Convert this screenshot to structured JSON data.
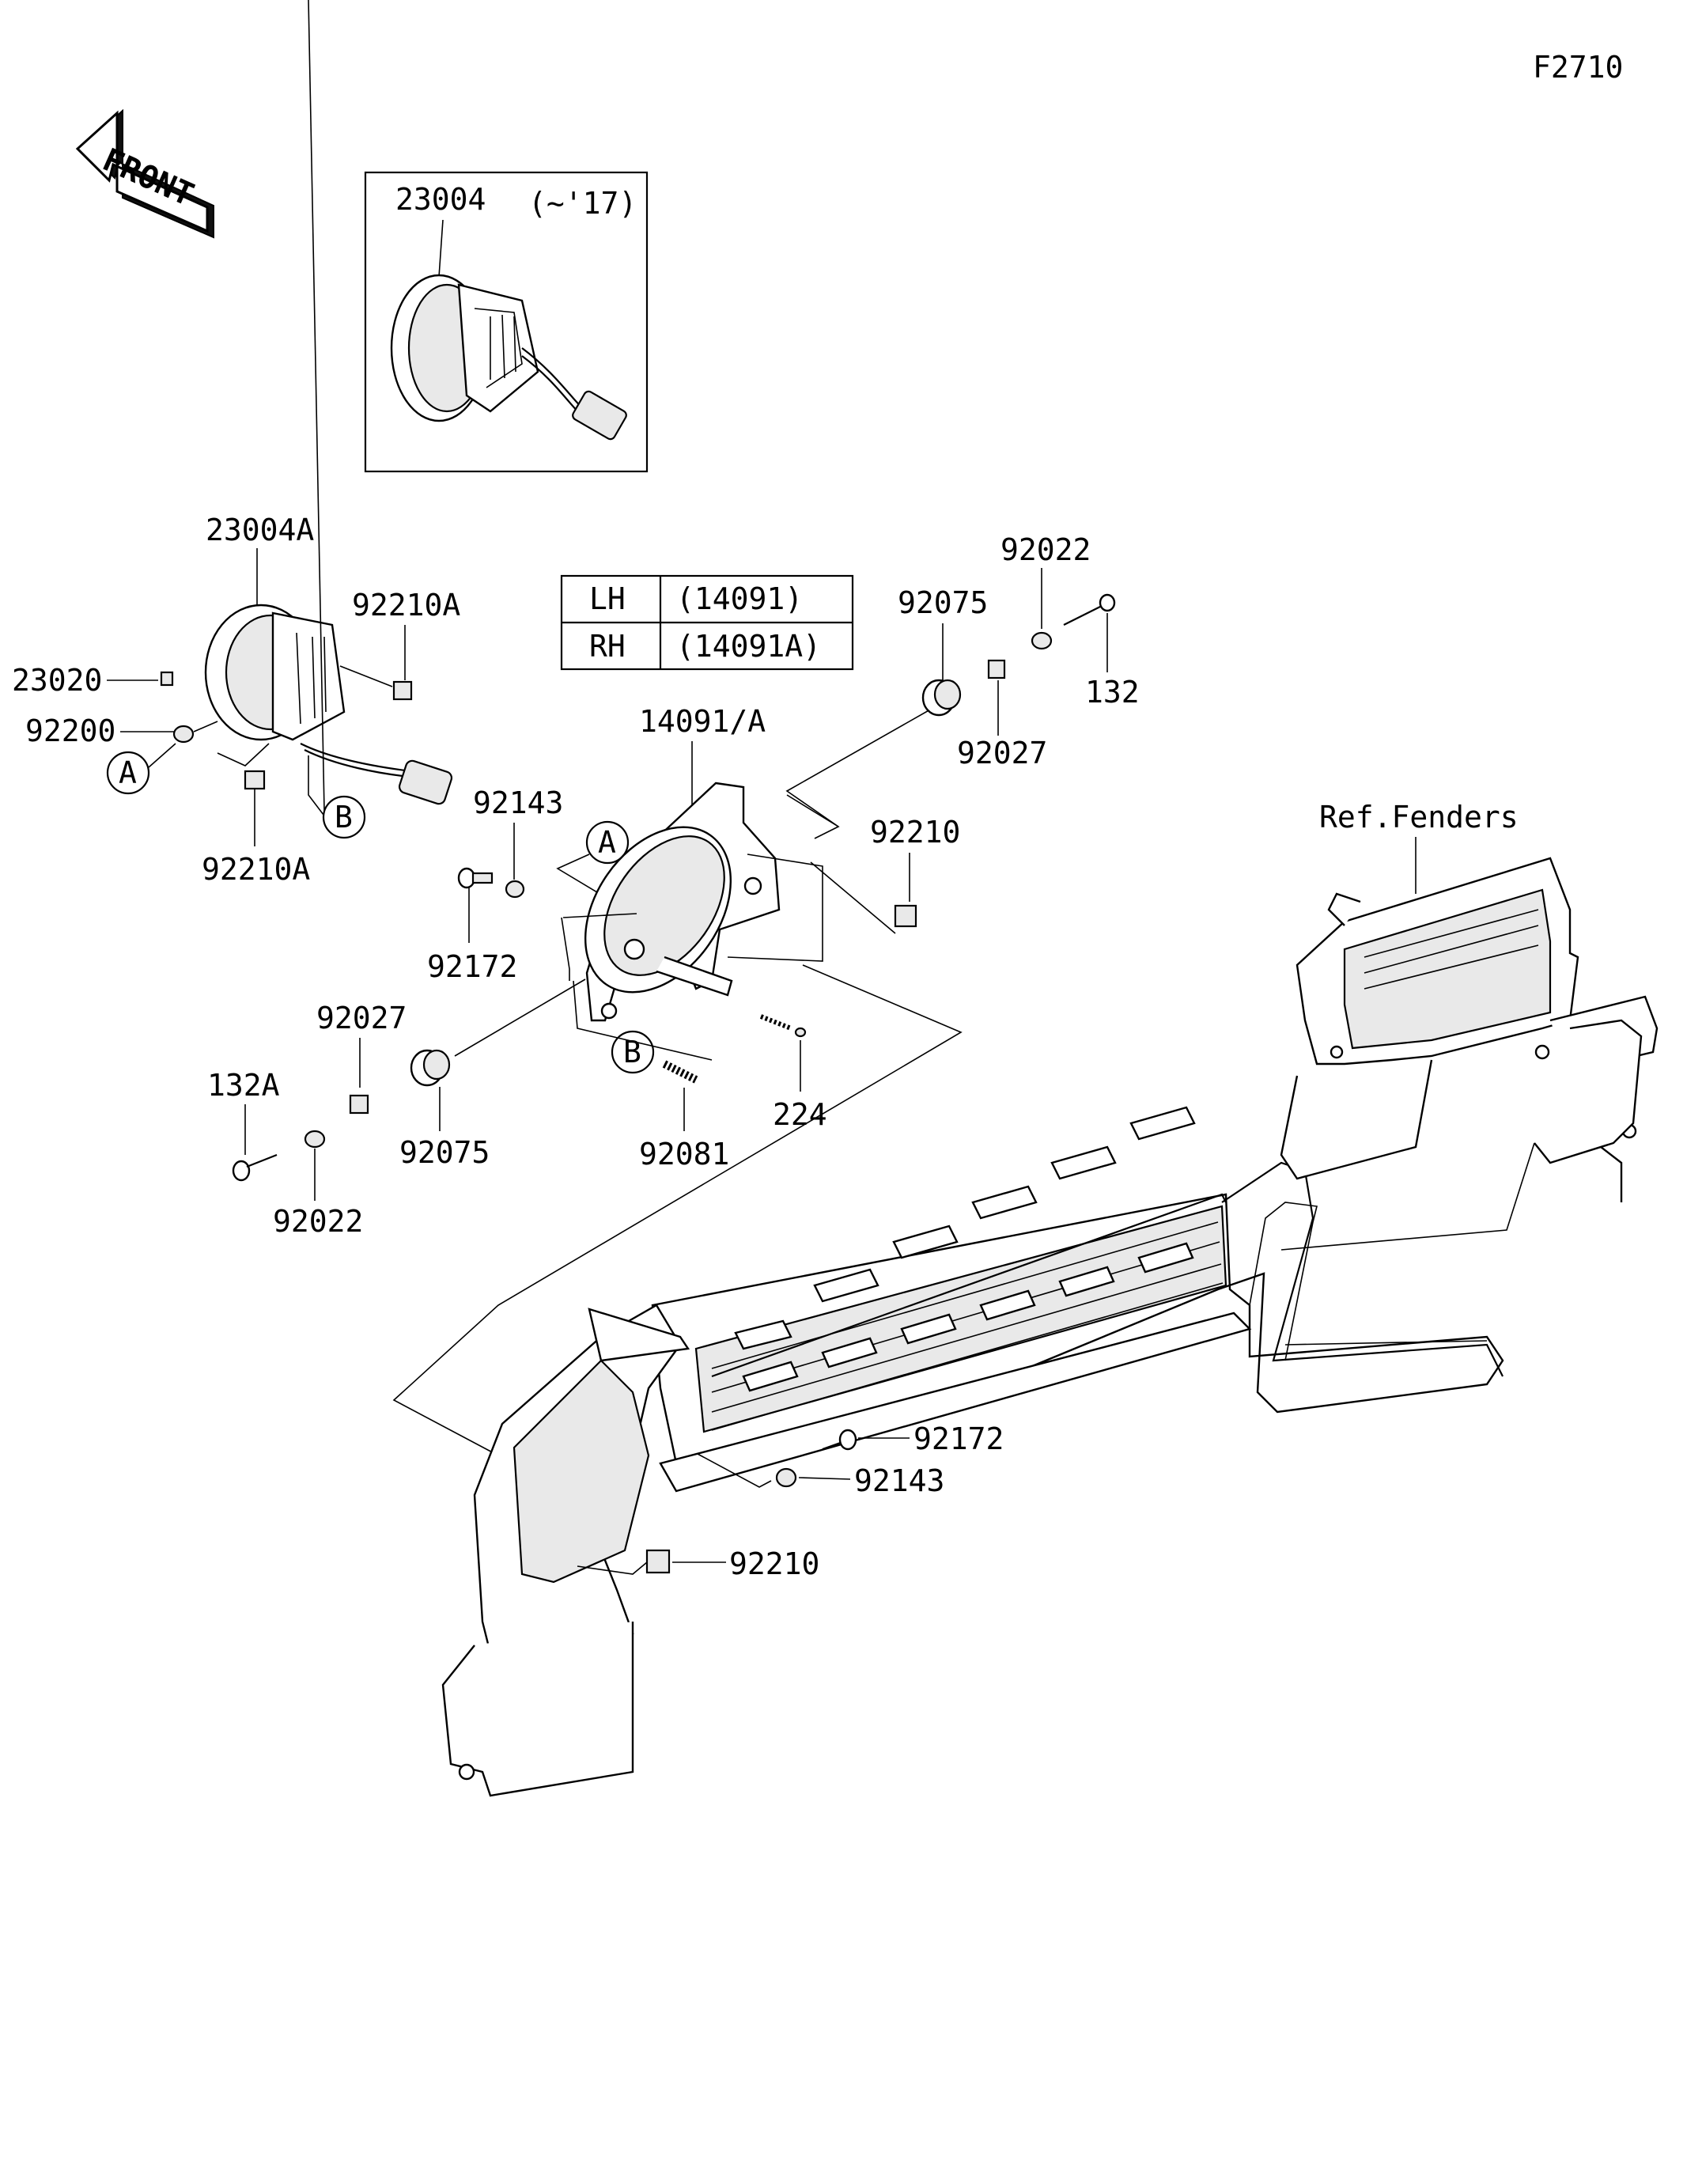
{
  "diagram_code": "F2710",
  "front_arrow": {
    "label": "FRONT",
    "icon": "front-arrow-icon"
  },
  "inset": {
    "part": "23004",
    "note": "(~'17)"
  },
  "legend_table": [
    {
      "side": "LH",
      "part": "(14091)"
    },
    {
      "side": "RH",
      "part": "(14091A)"
    }
  ],
  "reference_label": "Ref.Fenders",
  "callouts": {
    "a": "A",
    "b": "B"
  },
  "labels": {
    "p23004A": "23004A",
    "p92210A_top": "92210A",
    "p23020": "23020",
    "p92200": "92200",
    "p92210A_bottom": "92210A",
    "p92143_upper": "92143",
    "p92172_upper": "92172",
    "p14091A": "14091/A",
    "p92210_upper": "92210",
    "p92075_upper": "92075",
    "p92022_upper": "92022",
    "p132": "132",
    "p92027_upper": "92027",
    "p92027_lower": "92027",
    "p132A": "132A",
    "p92075_lower": "92075",
    "p92022_lower": "92022",
    "p92081": "92081",
    "p224": "224",
    "p92172_lower": "92172",
    "p92143_lower": "92143",
    "p92210_lower": "92210"
  }
}
